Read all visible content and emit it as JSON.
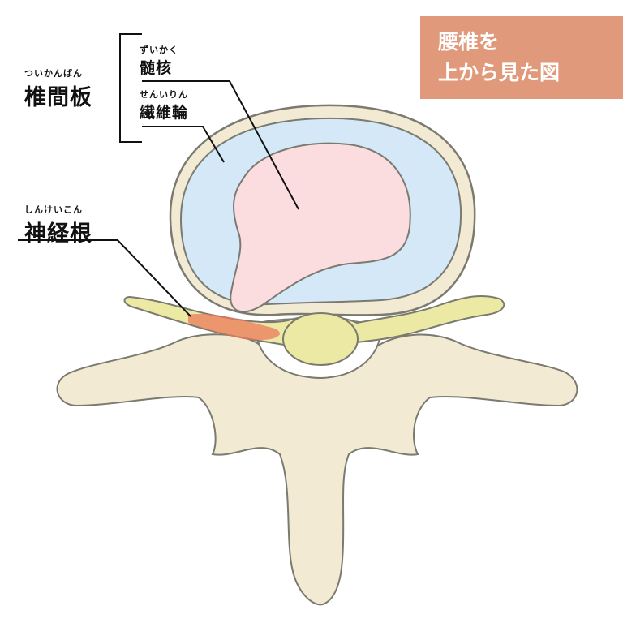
{
  "title": {
    "line1": "腰椎を",
    "line2": "上から見た図"
  },
  "labels": {
    "intervertebral_disc": {
      "ruby": "ついかんばん",
      "text": "椎間板"
    },
    "nucleus_pulposus": {
      "ruby": "ずいかく",
      "text": "髄核"
    },
    "annulus_fibrosus": {
      "ruby": "せんいりん",
      "text": "繊維輪"
    },
    "nerve_root": {
      "ruby": "しんけいこん",
      "text": "神経根"
    }
  },
  "colors": {
    "title_bg": "#e09a7b",
    "bone": "#f2ead3",
    "annulus": "#d4e8f8",
    "nucleus": "#fbdde0",
    "nerve": "#ece9a4",
    "inflamed": "#ec7a5c",
    "outline": "#7a7a70"
  }
}
